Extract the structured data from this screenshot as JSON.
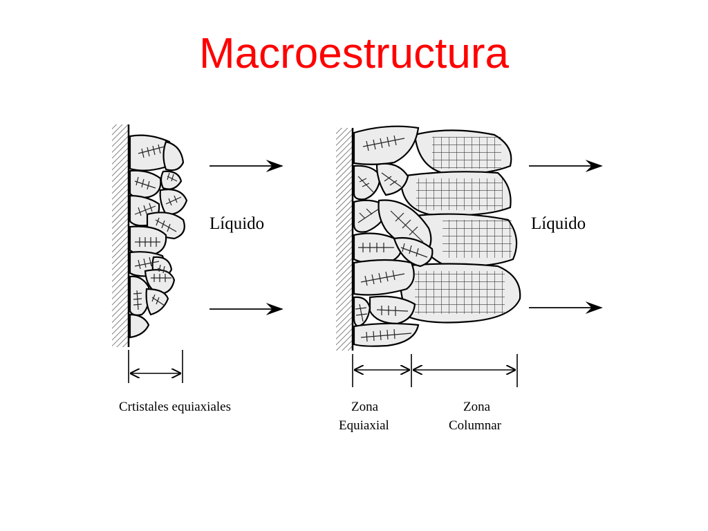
{
  "title": "Macroestructura",
  "colors": {
    "title": "#ff0000",
    "text": "#000000",
    "crystal_fill": "#ececec"
  },
  "left_diagram": {
    "liquid_label": "Líquido",
    "width_label": "Crtistales equiaxiales"
  },
  "right_diagram": {
    "liquid_label": "Líquido",
    "zone_equiaxial": [
      "Zona",
      "Equiaxial"
    ],
    "zone_columnar": [
      "Zona",
      "Columnar"
    ]
  }
}
